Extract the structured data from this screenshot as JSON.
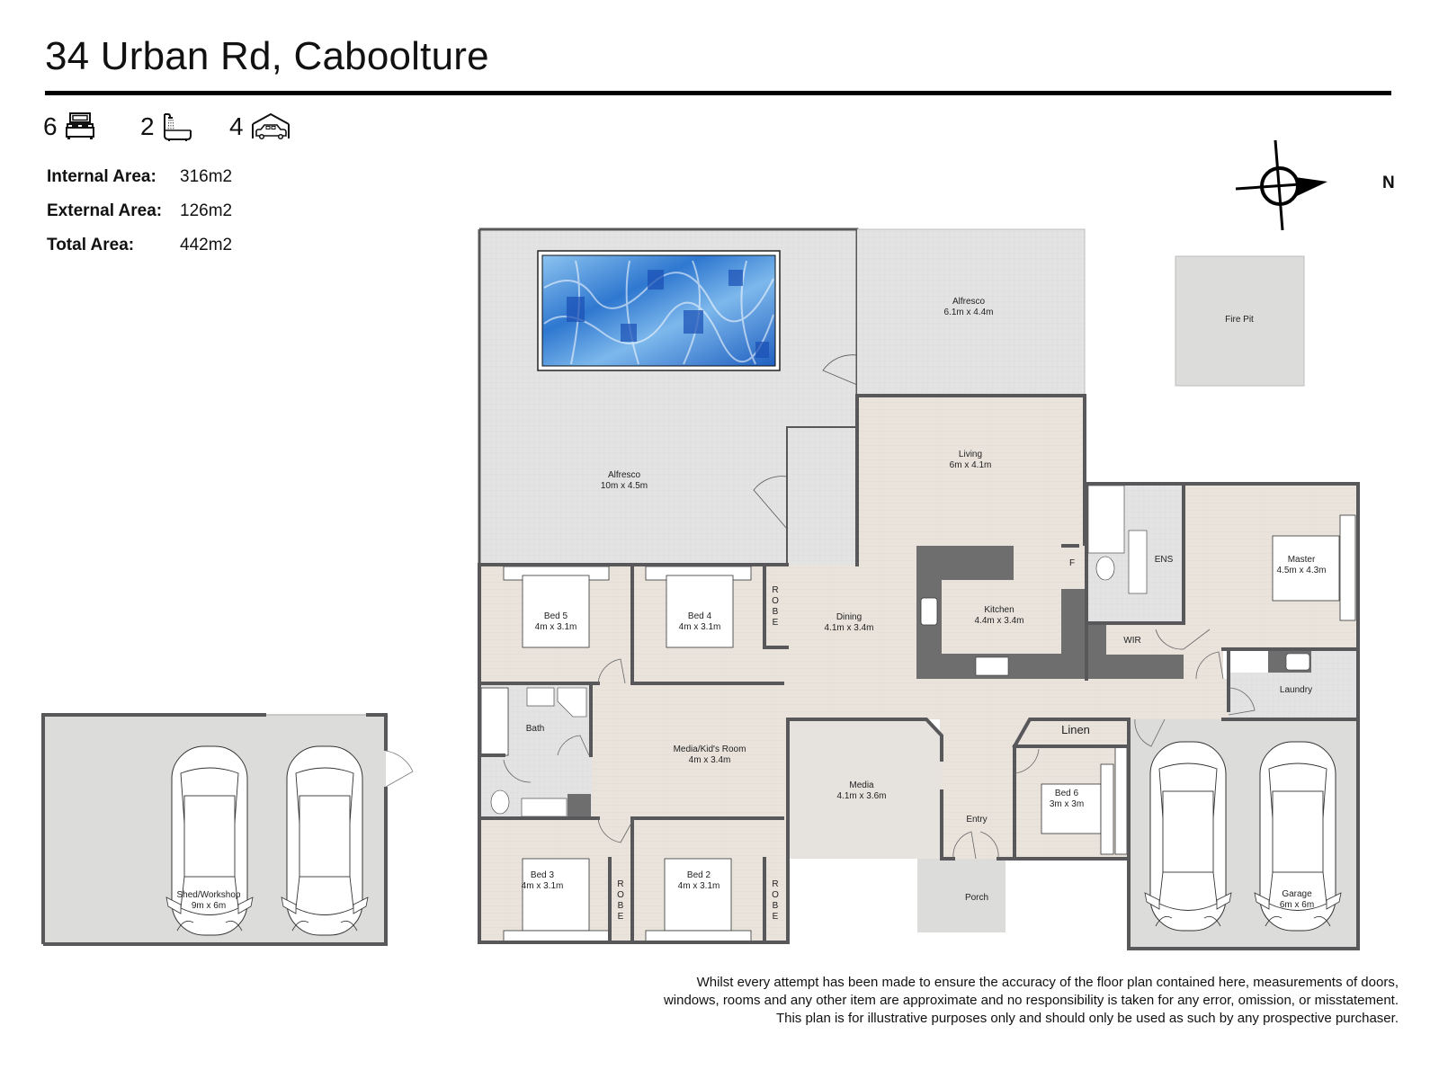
{
  "header": {
    "title": "34 Urban Rd, Caboolture"
  },
  "features": [
    {
      "count": "6",
      "icon": "bed-icon",
      "meaning": "bedrooms"
    },
    {
      "count": "2",
      "icon": "bathtub-shower-icon",
      "meaning": "bathrooms"
    },
    {
      "count": "4",
      "icon": "car-garage-icon",
      "meaning": "car spaces"
    }
  ],
  "areas": [
    {
      "label": "Internal Area:",
      "value": "316m2"
    },
    {
      "label": "External Area:",
      "value": "126m2"
    },
    {
      "label": "Total Area:",
      "value": "442m2"
    }
  ],
  "compass": {
    "label": "N",
    "icon": "north-compass-icon"
  },
  "rooms": {
    "alfresco_pool": {
      "name": "Alfresco",
      "size": "10m x 4.5m"
    },
    "alfresco_side": {
      "name": "Alfresco",
      "size": "6.1m x 4.4m"
    },
    "fire_pit": {
      "name": "Fire Pit"
    },
    "living": {
      "name": "Living",
      "size": "6m x 4.1m"
    },
    "dining": {
      "name": "Dining",
      "size": "4.1m x 3.4m"
    },
    "kitchen": {
      "name": "Kitchen",
      "size": "4.4m x 3.4m"
    },
    "fridge": {
      "name": "F"
    },
    "ens": {
      "name": "ENS"
    },
    "wir": {
      "name": "WIR"
    },
    "master": {
      "name": "Master",
      "size": "4.5m x 4.3m"
    },
    "laundry": {
      "name": "Laundry"
    },
    "bed5": {
      "name": "Bed 5",
      "size": "4m x 3.1m"
    },
    "bed4": {
      "name": "Bed 4",
      "size": "4m x 3.1m"
    },
    "bed3": {
      "name": "Bed 3",
      "size": "4m x 3.1m"
    },
    "bed2": {
      "name": "Bed 2",
      "size": "4m x 3.1m"
    },
    "bed6": {
      "name": "Bed 6",
      "size": "3m x 3m"
    },
    "bath": {
      "name": "Bath"
    },
    "media_kids": {
      "name": "Media/Kid's Room",
      "size": "4m x 3.4m"
    },
    "media": {
      "name": "Media",
      "size": "4.1m x 3.6m"
    },
    "entry": {
      "name": "Entry"
    },
    "porch": {
      "name": "Porch"
    },
    "linen": {
      "name": "Linen"
    },
    "garage": {
      "name": "Garage",
      "size": "6m x 6m"
    },
    "shed": {
      "name": "Shed/Workshop",
      "size": "9m x 6m"
    },
    "robe": {
      "name": "ROBE"
    }
  },
  "colors": {
    "wall": "#58585a",
    "floor_wood": "#e9e3dc",
    "floor_tile": "#e2e2e2",
    "outdoor": "#e3e3e3",
    "garage_floor": "#dcdcdb",
    "bench": "#6e6e6e",
    "pool": "#3f86d3"
  },
  "disclaimer": {
    "line1": "Whilst every attempt has been made to ensure the accuracy of the floor plan contained here, measurements of doors,",
    "line2": "windows, rooms and any other item are approximate and no responsibility is taken for any error, omission, or misstatement.",
    "line3": "This plan is for illustrative purposes only and should only be used as such by any prospective purchaser."
  }
}
